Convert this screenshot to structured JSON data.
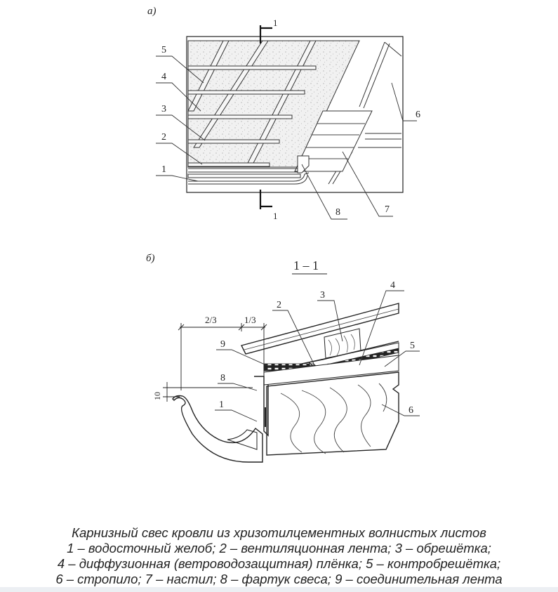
{
  "figure_a": {
    "label": "а)",
    "section_mark": "1",
    "callouts": [
      "1",
      "2",
      "3",
      "4",
      "5",
      "6",
      "7",
      "8"
    ]
  },
  "figure_b": {
    "label": "б)",
    "section_title": "1 – 1",
    "dimension_two_thirds": "2/3",
    "dimension_one_third": "1/3",
    "dimension_ten": "10",
    "callouts": [
      "1",
      "2",
      "3",
      "4",
      "5",
      "6",
      "8",
      "9"
    ]
  },
  "caption": {
    "title": "Карнизный свес кровли из хризотилцементных волнистых листов",
    "line1": "1 – водосточный желоб; 2 – вентиляционная лента; 3 – обрешётка;",
    "line2": "4 – диффузионная (ветроводозащитная) плёнка; 5 – контробрешётка;",
    "line3": "6 – стропило; 7 – настил; 8 – фартук свеса; 9 – соединительная лента"
  }
}
